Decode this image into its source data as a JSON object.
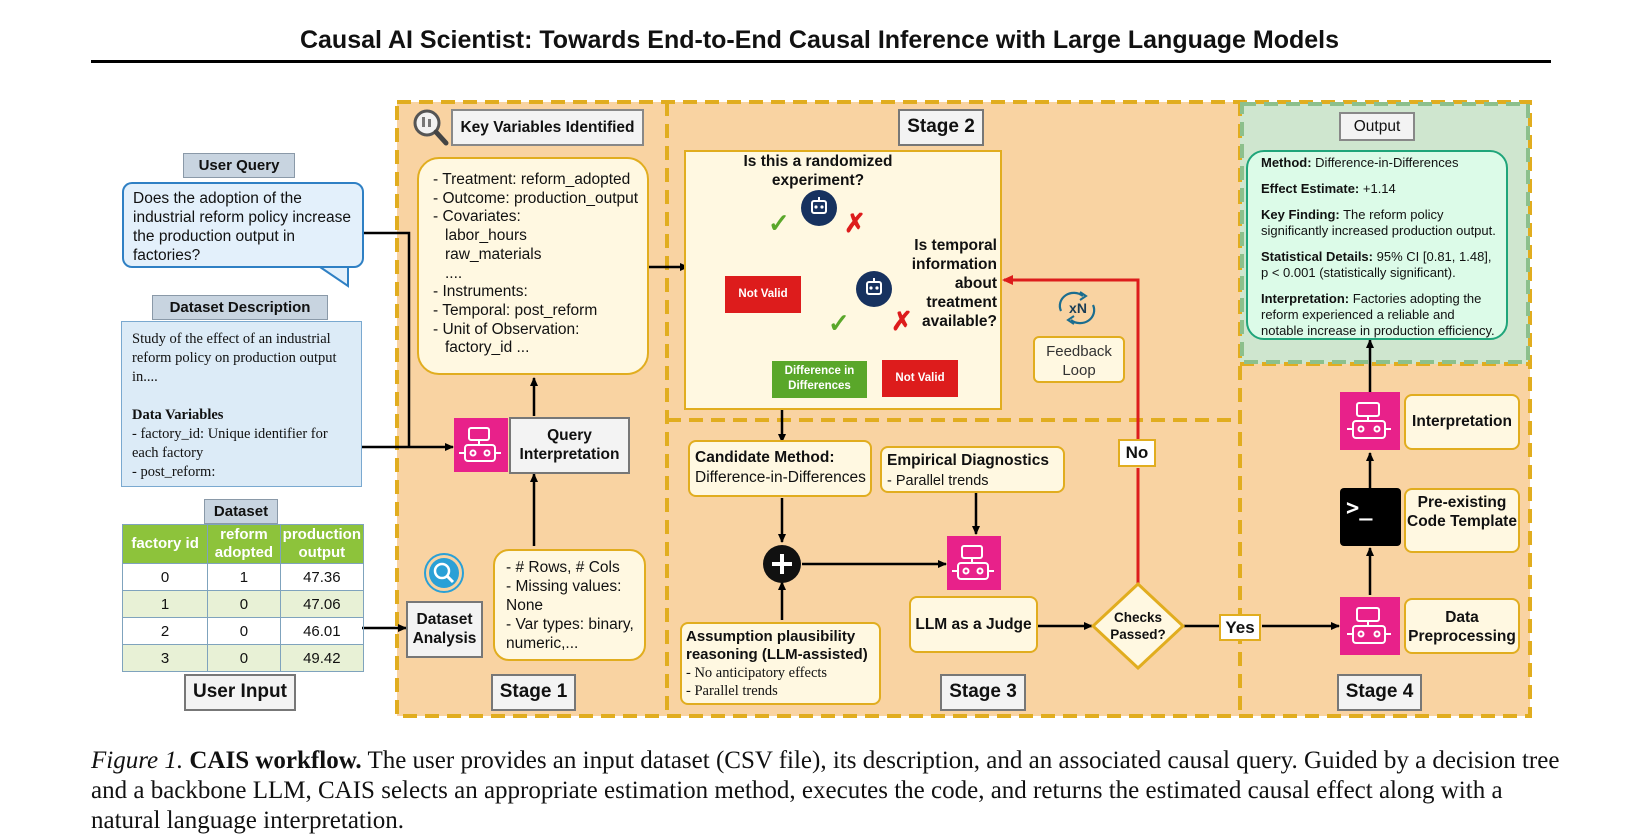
{
  "paper_title": "Causal AI Scientist: Towards End-to-End Causal Inference with Large Language Models",
  "user_input": {
    "section_label": "User Input",
    "user_query": {
      "label": "User Query",
      "text": "Does the adoption of the industrial reform policy increase the production output in factories?"
    },
    "dataset_description": {
      "label": "Dataset Description",
      "text": "Study of the effect of an industrial reform policy on production output in....",
      "vars_heading": "Data Variables",
      "vars": [
        "- factory_id: Unique identifier for each factory",
        "- post_reform:"
      ]
    },
    "dataset": {
      "label": "Dataset",
      "columns": [
        "factory id",
        "reform adopted",
        "production output"
      ],
      "rows": [
        [
          "0",
          "1",
          "47.36"
        ],
        [
          "1",
          "0",
          "47.06"
        ],
        [
          "2",
          "0",
          "46.01"
        ],
        [
          "3",
          "0",
          "49.42"
        ]
      ]
    }
  },
  "stage1": {
    "label": "Stage 1",
    "key_vars_label": "Key Variables Identified",
    "key_vars": [
      "- Treatment: reform_adopted",
      "- Outcome: production_output",
      "- Covariates:",
      "labor_hours",
      "raw_materials",
      "....",
      "- Instruments:",
      "- Temporal: post_reform",
      "- Unit of Observation:",
      "factory_id ..."
    ],
    "query_interp": "Query Interpretation",
    "dataset_analysis": "Dataset Analysis",
    "analysis_items": [
      "- # Rows, # Cols",
      "- Missing values: None",
      "- Var types: binary, numeric,..."
    ]
  },
  "stage2": {
    "label": "Stage 2",
    "q1": "Is this a randomized experiment?",
    "q2": "Is temporal information about treatment available?",
    "not_valid_1": "Not Valid",
    "not_valid_2": "Not Valid",
    "did": "Difference in Differences",
    "feedback": "Feedback Loop",
    "xn": "xN",
    "check": "✓",
    "cross": "✗"
  },
  "stage3": {
    "label": "Stage 3",
    "candidate_title": "Candidate Method:",
    "candidate_value": "Difference-in-Differences",
    "diag_title": "Empirical Diagnostics",
    "diag_item": "- Parallel trends",
    "assump_title": "Assumption plausibility reasoning (LLM-assisted)",
    "assump_items": [
      "- No anticipatory effects",
      "- Parallel trends"
    ],
    "judge": "LLM as a Judge",
    "checks": "Checks Passed?",
    "no": "No",
    "yes": "Yes"
  },
  "stage4": {
    "label": "Stage 4",
    "interpretation": "Interpretation",
    "code_template": "Pre-existing Code Template",
    "preprocessing": "Data Preprocessing",
    "terminal_glyph": ">_"
  },
  "output": {
    "label": "Output",
    "method_k": "Method:",
    "method_v": "Difference-in-Differences",
    "effect_k": "Effect Estimate:",
    "effect_v": "+1.14",
    "finding_k": "Key Finding:",
    "finding_v": "The reform policy significantly increased production output.",
    "stats_k": "Statistical Details:",
    "stats_v": "95% CI [0.81, 1.48], p < 0.001 (statistically significant).",
    "interp_k": "Interpretation:",
    "interp_v": "Factories adopting the reform experienced a reliable and notable increase in production efficiency."
  },
  "caption": {
    "fig": "Figure 1.",
    "bold": "CAIS workflow.",
    "text": "The user provides an input dataset (CSV file), its description, and an associated causal query. Guided by a decision tree and a backbone LLM, CAIS selects an appropriate estimation method, executes the code, and returns the estimated causal effect along with a natural language interpretation."
  },
  "colors": {
    "stage_bg": "#f9d3a2",
    "dash": "#e1ad1f",
    "output_bg": "#cfe6cf",
    "pink": "#e8218a",
    "navy": "#17325f",
    "red": "#dd1c1c",
    "green": "#5aa72a"
  }
}
